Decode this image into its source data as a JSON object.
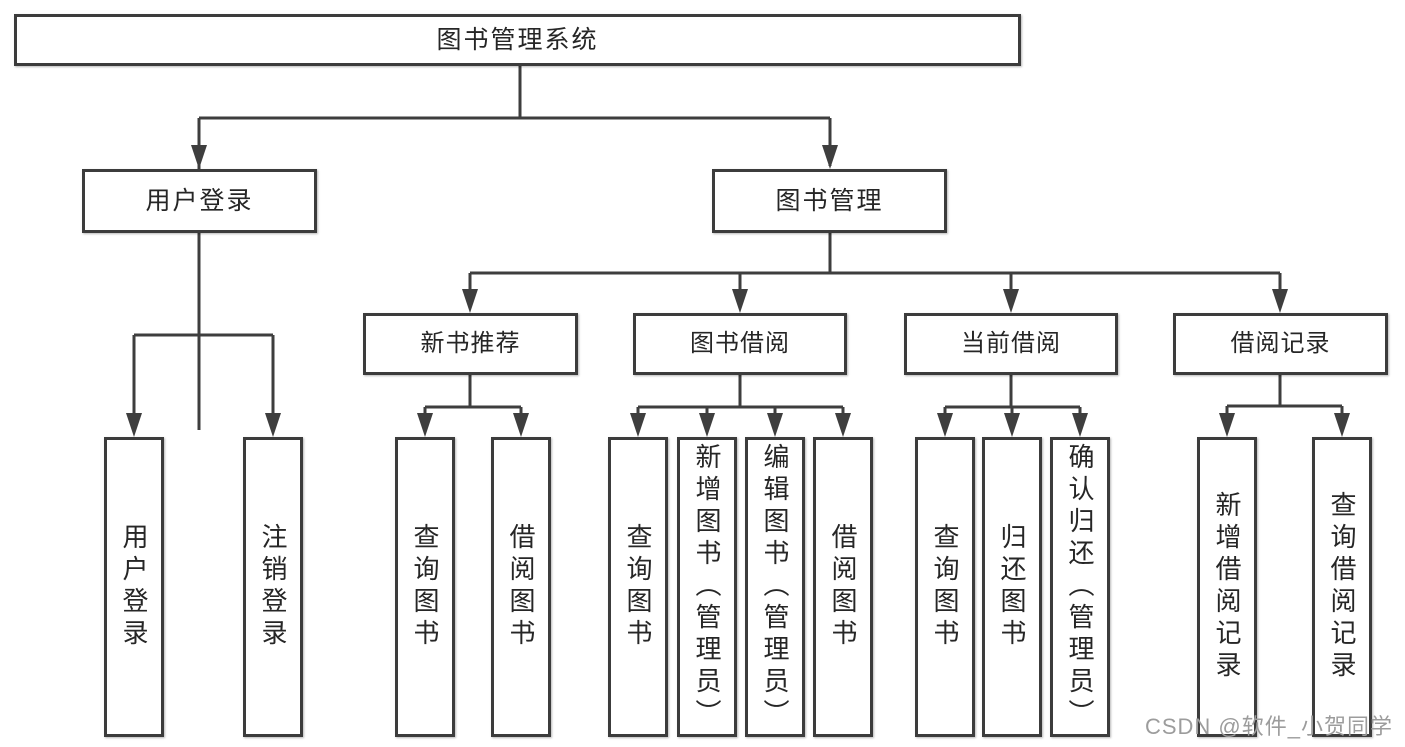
{
  "tree": {
    "root": {
      "label": "图书管理系统"
    },
    "children": [
      {
        "label": "用户登录",
        "children": [
          {
            "label": "用户登录"
          },
          {
            "label": "注销登录"
          }
        ]
      },
      {
        "label": "图书管理",
        "children": [
          {
            "label": "新书推荐",
            "children": [
              {
                "label": "查询图书"
              },
              {
                "label": "借阅图书"
              }
            ]
          },
          {
            "label": "图书借阅",
            "children": [
              {
                "label": "查询图书"
              },
              {
                "label": "新增图书（管理员）"
              },
              {
                "label": "编辑图书（管理员）"
              },
              {
                "label": "借阅图书"
              }
            ]
          },
          {
            "label": "当前借阅",
            "children": [
              {
                "label": "查询图书"
              },
              {
                "label": "归还图书"
              },
              {
                "label": "确认归还（管理员）"
              }
            ]
          },
          {
            "label": "借阅记录",
            "children": [
              {
                "label": "新增借阅记录"
              },
              {
                "label": "查询借阅记录"
              }
            ]
          }
        ]
      }
    ]
  },
  "watermark": "CSDN @软件_小贺同学",
  "colors": {
    "line": "#3e3e3e",
    "box_border": "#3c3c3c",
    "text": "#262626",
    "watermark": "#9c9c9c",
    "background": "#ffffff"
  }
}
